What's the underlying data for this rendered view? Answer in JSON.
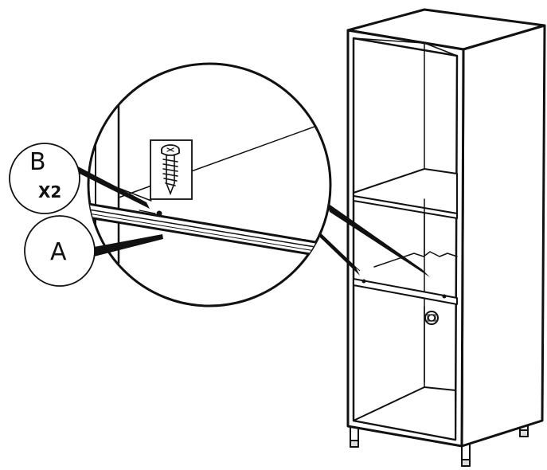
{
  "callouts": {
    "part_b": {
      "letter": "B",
      "quantity": "X2"
    },
    "part_a": {
      "letter": "A"
    }
  },
  "icons": {
    "screw": "screw-icon",
    "hinge_hole": "mounting-hole-icon"
  },
  "colors": {
    "ink": "#111111",
    "paper": "#ffffff",
    "shade": "#d9d9d9"
  }
}
